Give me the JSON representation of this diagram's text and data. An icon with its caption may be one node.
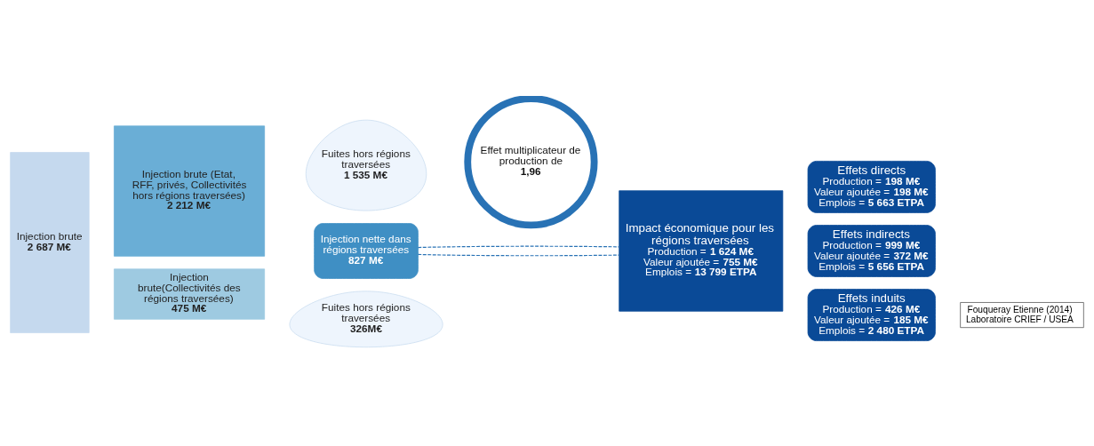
{
  "diagram": {
    "nodes": [
      {
        "text": [
          "Injection brute",
          "2 687 M€"
        ]
      },
      {
        "text": [
          "Injection brute (Etat, RFF, privés, Collectivités hors régions traversées)",
          "2 212 M€"
        ]
      },
      {
        "text": [
          "Injection brute(Collectivités des régions traversées)",
          "475 M€"
        ]
      },
      {
        "text": [
          "Fuites hors régions traversées",
          "1 535 M€"
        ]
      },
      {
        "text": [
          "Fuites hors régions traversées",
          "326M€"
        ]
      },
      {
        "text": [
          "Injection nette dans régions traversées",
          "827 M€"
        ]
      },
      {
        "text": [
          "Effet multiplicateur de production de",
          "1,96"
        ]
      },
      {
        "text": [
          "Impact économique pour les régions traversées",
          "Production = **1 624 M€**",
          "Valeur ajoutée = **755 M€**",
          "Emplois = **13 799 ETPA**"
        ]
      },
      {
        "text": [
          "Effets directs",
          "Production = **198 M€**",
          "Valeur ajoutée = **198 M€**",
          "Emplois = **5 663 ETPA**"
        ]
      },
      {
        "text": [
          "Effets indirects",
          "Production = **999 M€**",
          "Valeur ajoutée = **372 M€**",
          "Emplois = **5 656 ETPA**"
        ]
      },
      {
        "text": [
          "Effets induits",
          "Production = **426 M€**",
          "Valeur ajoutée = **185 M€**",
          "Emplois = **2 480 ETPA**"
        ]
      }
    ],
    "edges": [
      {
        "from": 5,
        "to": 7,
        "arrow": "none",
        "style": "dashed"
      },
      {
        "from": 5,
        "to": 7,
        "arrow": "none",
        "style": "dashed"
      }
    ],
    "labels": [
      "Fouqueray Etienne (2014)",
      "Laboratoire CRIEF / USEA"
    ]
  }
}
